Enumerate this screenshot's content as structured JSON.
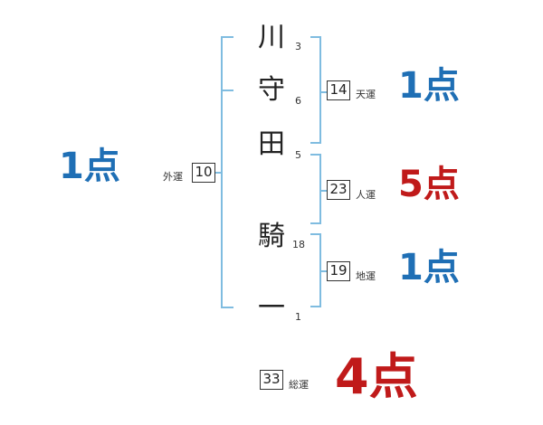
{
  "name_chars": [
    {
      "char": "川",
      "strokes": "3"
    },
    {
      "char": "守",
      "strokes": "6"
    },
    {
      "char": "田",
      "strokes": "5"
    },
    {
      "char": "騎",
      "strokes": "18"
    },
    {
      "char": "一",
      "strokes": "1"
    }
  ],
  "gaiun": {
    "label": "外運",
    "value": "10",
    "score": "1点"
  },
  "tenun": {
    "label": "天運",
    "value": "14",
    "score": "1点"
  },
  "jinun": {
    "label": "人運",
    "value": "23",
    "score": "5点"
  },
  "chiun": {
    "label": "地運",
    "value": "19",
    "score": "1点"
  },
  "souun": {
    "label": "総運",
    "value": "33",
    "score": "4点"
  },
  "colors": {
    "good": "#1f6fb5",
    "bad": "#c01a1a",
    "bracket": "#7fbce0"
  }
}
